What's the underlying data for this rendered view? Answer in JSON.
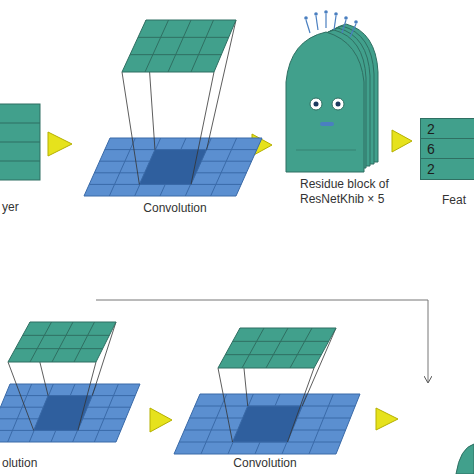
{
  "diagram": {
    "nodes": [
      {
        "text": [
          "2",
          "6",
          "2"
        ]
      }
    ],
    "labels": [
      "yer",
      "Convolution",
      "Residue block of ResNetKhib × 5",
      "Feat",
      "olution",
      "Convolution"
    ]
  }
}
